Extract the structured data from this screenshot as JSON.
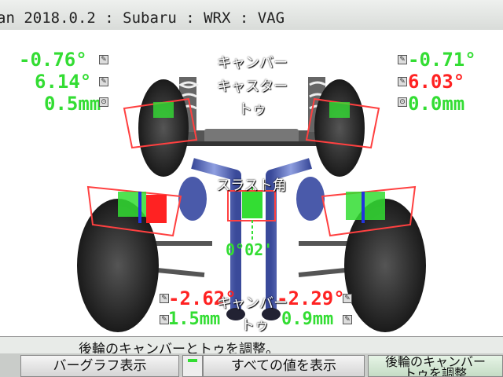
{
  "title_bar": {
    "text": "an 2018.0.2 : Subaru : WRX : VAG"
  },
  "front": {
    "labels": {
      "camber": "キャンバー",
      "caster": "キャスター",
      "toe": "トゥ"
    },
    "left": {
      "camber": "-0.76°",
      "caster": "6.14°",
      "toe": "0.5mm"
    },
    "right": {
      "camber": "-0.71°",
      "caster": "6.03°",
      "toe": "0.0mm"
    }
  },
  "thrust": {
    "label": "スラスト角",
    "value": "0°02'"
  },
  "rear": {
    "labels": {
      "camber": "キャンバー",
      "toe": "トゥ"
    },
    "left": {
      "camber": "-2.62°",
      "toe": "1.5mm"
    },
    "right": {
      "camber": "-2.29°",
      "toe": "0.9mm"
    }
  },
  "instruction": "後輪のキャンバーとトゥを調整。",
  "buttons": {
    "bar_graph": "バーグラフ表示",
    "all_values": "すべての値を表示",
    "rear_adjust": "後輪のキャンバー\nトゥを調整"
  },
  "colors": {
    "in_spec": "#33dd33",
    "out_of_spec": "#ff2222"
  }
}
